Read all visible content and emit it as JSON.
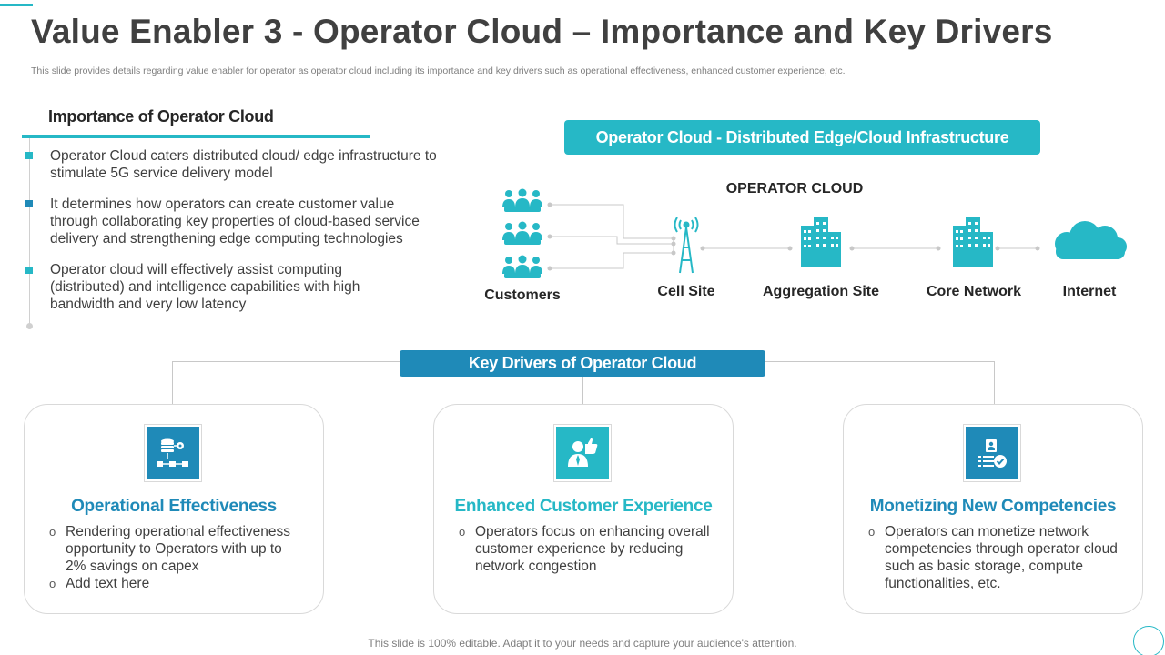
{
  "title": "Value Enabler 3 - Operator Cloud – Importance and Key Drivers",
  "subtitle": "This slide provides details regarding value enabler for operator as operator cloud including its importance and key drivers such as operational effectiveness, enhanced customer experience, etc.",
  "importance": {
    "heading": "Importance of Operator Cloud",
    "bullets": [
      "Operator Cloud caters distributed cloud/ edge infrastructure to stimulate 5G service delivery model",
      "It determines how operators can create customer value through collaborating key properties of cloud-based service delivery and strengthening edge computing technologies",
      "Operator cloud will effectively assist computing (distributed) and intelligence capabilities with high bandwidth and very low latency"
    ]
  },
  "infrastructure": {
    "banner": "Operator Cloud - Distributed Edge/Cloud Infrastructure",
    "cloud_label": "OPERATOR CLOUD",
    "nodes": [
      "Customers",
      "Cell Site",
      "Aggregation Site",
      "Core Network",
      "Internet"
    ]
  },
  "key_drivers": {
    "banner": "Key Drivers of Operator Cloud",
    "cards": [
      {
        "title": "Operational Effectiveness",
        "icon": "data-flow-icon",
        "color": "#1f8ab8",
        "items": [
          "Rendering operational effectiveness opportunity to Operators with up to 2% savings on capex",
          "Add text here"
        ]
      },
      {
        "title": "Enhanced Customer Experience",
        "icon": "customer-thumbs-up-icon",
        "color": "#26b8c6",
        "items": [
          "Operators focus on enhancing overall customer experience by reducing network congestion"
        ]
      },
      {
        "title": "Monetizing New Competencies",
        "icon": "id-checklist-icon",
        "color": "#1f8ab8",
        "items": [
          "Operators can monetize network competencies through operator cloud such as basic storage, compute functionalities, etc."
        ]
      }
    ]
  },
  "footer": "This slide is 100% editable. Adapt it to your needs and capture your audience's attention.",
  "colors": {
    "teal": "#26b8c6",
    "blue": "#1f8ab8",
    "text": "#404040"
  }
}
